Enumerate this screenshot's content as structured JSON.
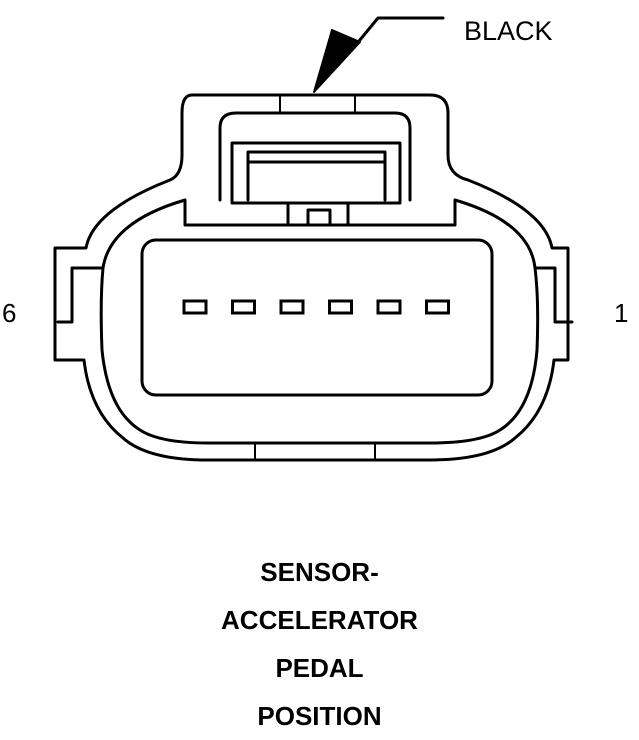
{
  "callout": {
    "label": "BLACK"
  },
  "pins": {
    "left_label": "6",
    "right_label": "1",
    "count": 6
  },
  "caption": {
    "lines": [
      "SENSOR-",
      "ACCELERATOR",
      "PEDAL",
      "POSITION"
    ]
  }
}
